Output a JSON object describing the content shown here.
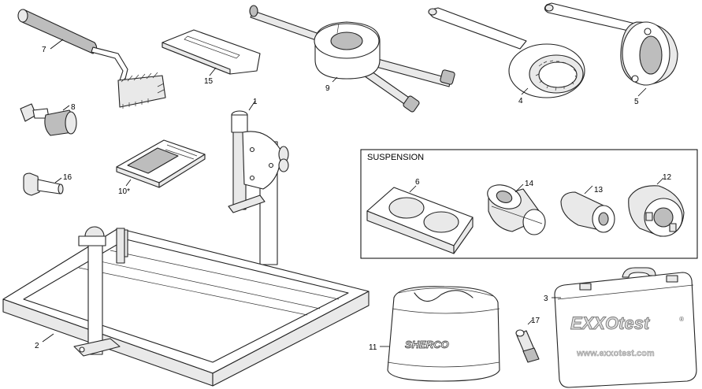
{
  "labels": {
    "p1": "1",
    "p2": "2",
    "p3": "3",
    "p4": "4",
    "p5": "5",
    "p6": "6",
    "p7": "7",
    "p8": "8",
    "p9": "9",
    "p10": "10*",
    "p11": "11",
    "p12": "12",
    "p13": "13",
    "p14": "14",
    "p15": "15",
    "p16": "16",
    "p17": "17"
  },
  "suspension_title": "SUSPENSION",
  "bag_brand": "SHERCO",
  "case_brand": "EXXOtest",
  "case_url": "www.exxotest.com",
  "case_registered": "®"
}
